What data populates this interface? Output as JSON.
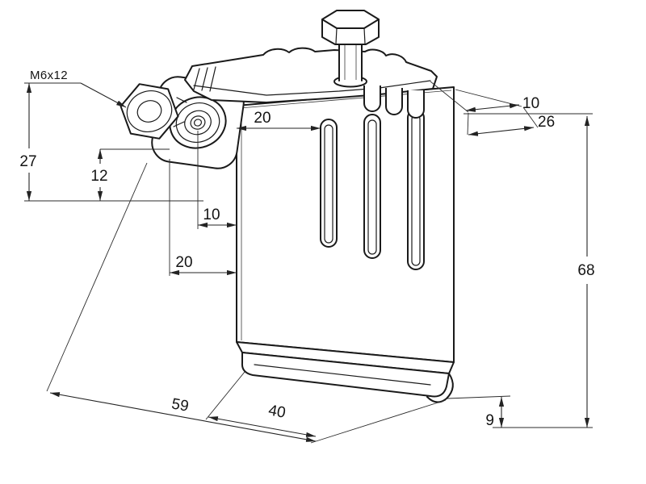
{
  "drawing": {
    "type": "technical_drawing",
    "view": "isometric beam-clamp bracket with hex bolt, flange nut and slotted plate",
    "colors": {
      "background": "#ffffff",
      "part_line": "#1a1a1a",
      "dimension_line": "#232323",
      "text": "#141414"
    },
    "callout": "M6x12",
    "dims": {
      "d27": "27",
      "d12": "12",
      "d10_left": "10",
      "d20_left": "20",
      "d20_top": "20",
      "d10_right": "10",
      "d26": "26",
      "d68": "68",
      "d59": "59",
      "d40": "40",
      "d9": "9"
    }
  }
}
